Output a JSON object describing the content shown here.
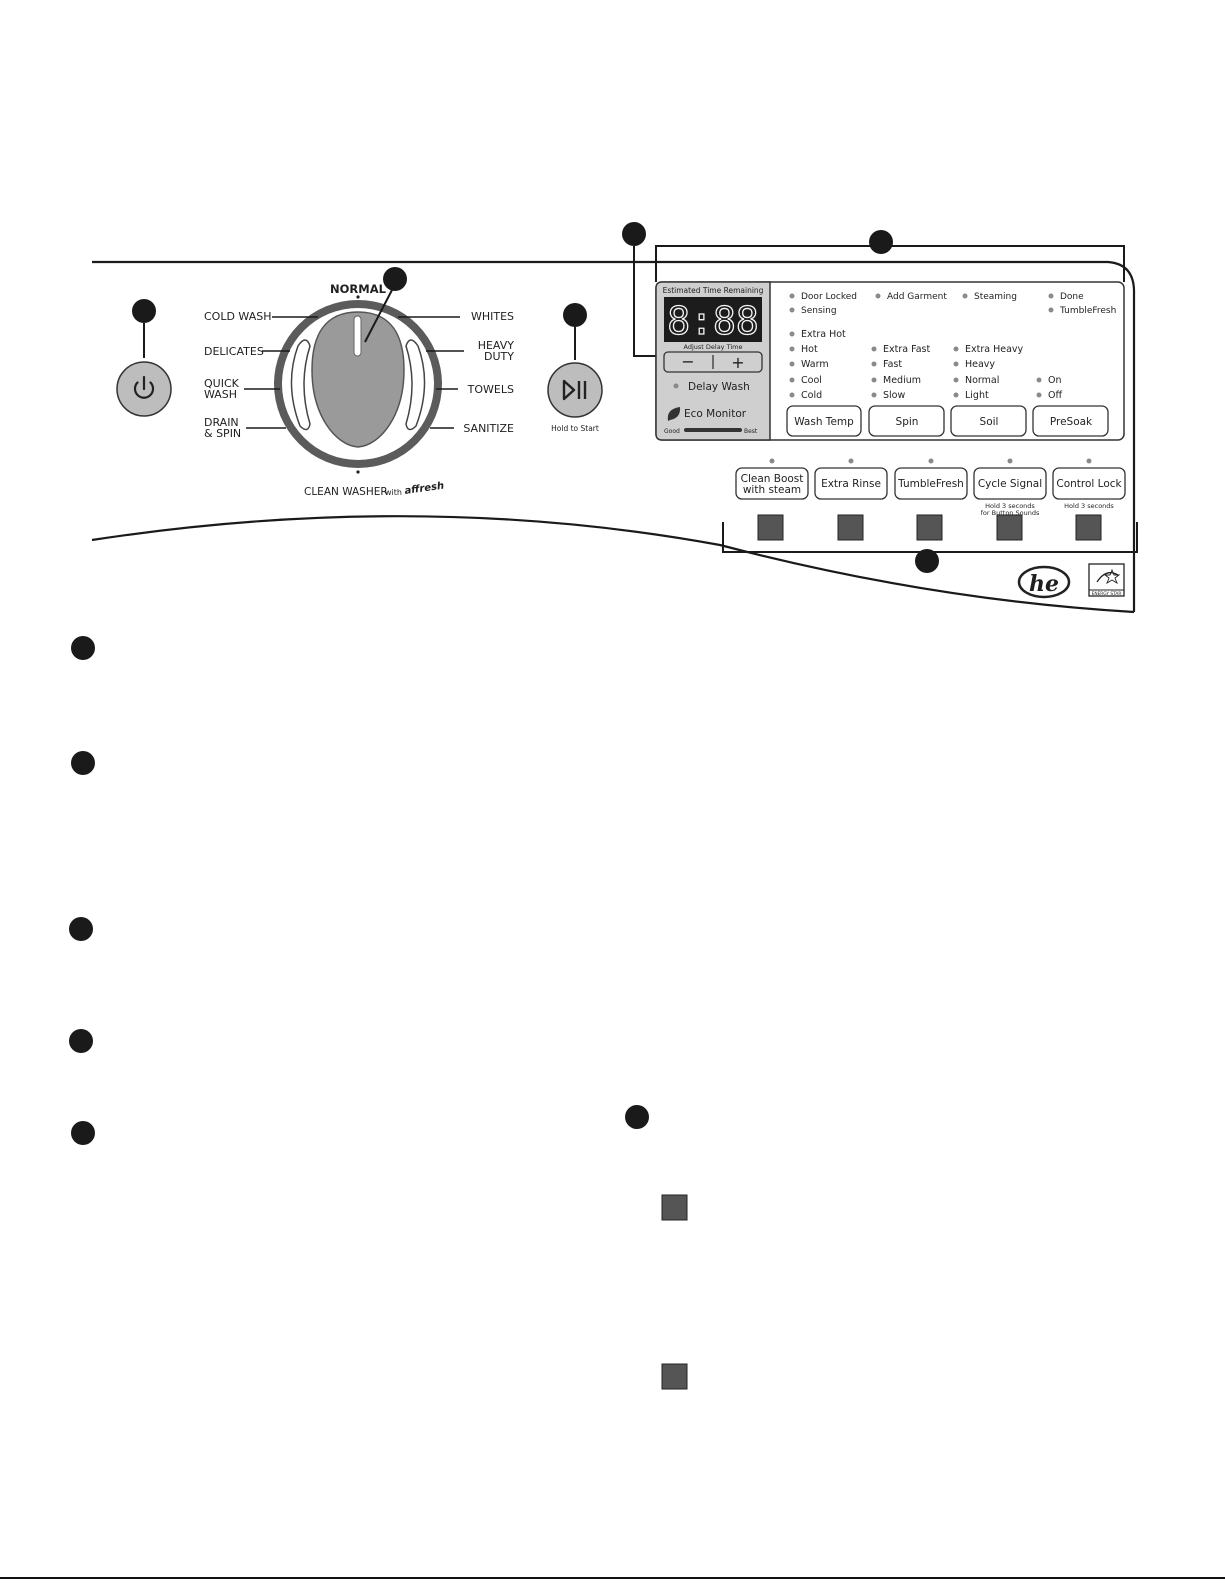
{
  "dial": {
    "top_label": "NORMAL",
    "left_labels": [
      "COLD WASH",
      "DELICATES",
      "QUICK",
      "WASH",
      "DRAIN",
      "& SPIN"
    ],
    "right_labels": [
      "WHITES",
      "HEAVY",
      "DUTY",
      "TOWELS",
      "SANITIZE"
    ],
    "bottom_label": "CLEAN WASHER",
    "bottom_with": "with",
    "bottom_brand": "affresh"
  },
  "start": {
    "caption": "Hold to Start"
  },
  "display": {
    "header": "Estimated Time Remaining",
    "digits": "8:88",
    "adjust_label": "Adjust Delay Time",
    "minus": "−",
    "plus": "+",
    "delay_wash": "Delay Wash",
    "eco_monitor": "Eco Monitor",
    "eco_good": "Good",
    "eco_best": "Best"
  },
  "status": {
    "col1": [
      "Door Locked",
      "Sensing"
    ],
    "col2": [
      "Add Garment"
    ],
    "col3": [
      "Steaming"
    ],
    "col4": [
      "Done",
      "TumbleFresh"
    ]
  },
  "options": {
    "wash_temp": [
      "Extra Hot",
      "Hot",
      "Warm",
      "Cool",
      "Cold"
    ],
    "spin": [
      "Extra Fast",
      "Fast",
      "Medium",
      "Slow"
    ],
    "soil": [
      "Extra Heavy",
      "Heavy",
      "Normal",
      "Light"
    ],
    "presoak": [
      "On",
      "Off"
    ]
  },
  "buttons_row1": [
    "Wash Temp",
    "Spin",
    "Soil",
    "PreSoak"
  ],
  "buttons_row2": [
    {
      "line1": "Clean Boost",
      "line2": "with steam",
      "note1": "",
      "note2": ""
    },
    {
      "line1": "Extra Rinse",
      "line2": "",
      "note1": "",
      "note2": ""
    },
    {
      "line1": "TumbleFresh",
      "line2": "",
      "note1": "",
      "note2": ""
    },
    {
      "line1": "Cycle Signal",
      "line2": "",
      "note1": "Hold 3 seconds",
      "note2": "for Button Sounds"
    },
    {
      "line1": "Control Lock",
      "line2": "",
      "note1": "Hold 3 seconds",
      "note2": ""
    }
  ],
  "logos": {
    "he": "he",
    "energy_star": "ENERGY STAR"
  }
}
